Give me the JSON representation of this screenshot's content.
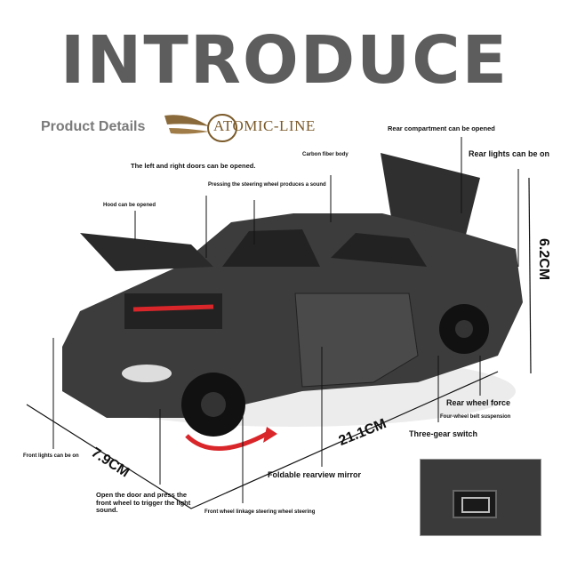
{
  "header": {
    "title": "INTRODUCE",
    "subtitle": "Product Details",
    "brand_logo": "ATOMIC-LINE"
  },
  "callouts": {
    "rear_compartment": "Rear compartment can be opened",
    "rear_lights": "Rear lights can be on",
    "carbon_body": "Carbon fiber body",
    "doors": "The left and right doors can be opened.",
    "steering_sound": "Pressing the steering wheel produces a sound",
    "hood": "Hood can be opened",
    "rear_wheel": "Rear wheel force",
    "suspension": "Four-wheel belt suspension",
    "gear_switch": "Three-gear switch",
    "front_lights": "Front lights can be on",
    "mirror": "Foldable rearview mirror",
    "door_press": "Open the door and press the front wheel to trigger the light sound.",
    "front_wheel": "Front wheel linkage steering wheel steering"
  },
  "dimensions": {
    "height": "6.2CM",
    "width": "7.9CM",
    "length": "21.1CM"
  },
  "colors": {
    "title": "#5d5d5d",
    "body": "#3c3c3c",
    "accent_red": "#d9262a"
  }
}
